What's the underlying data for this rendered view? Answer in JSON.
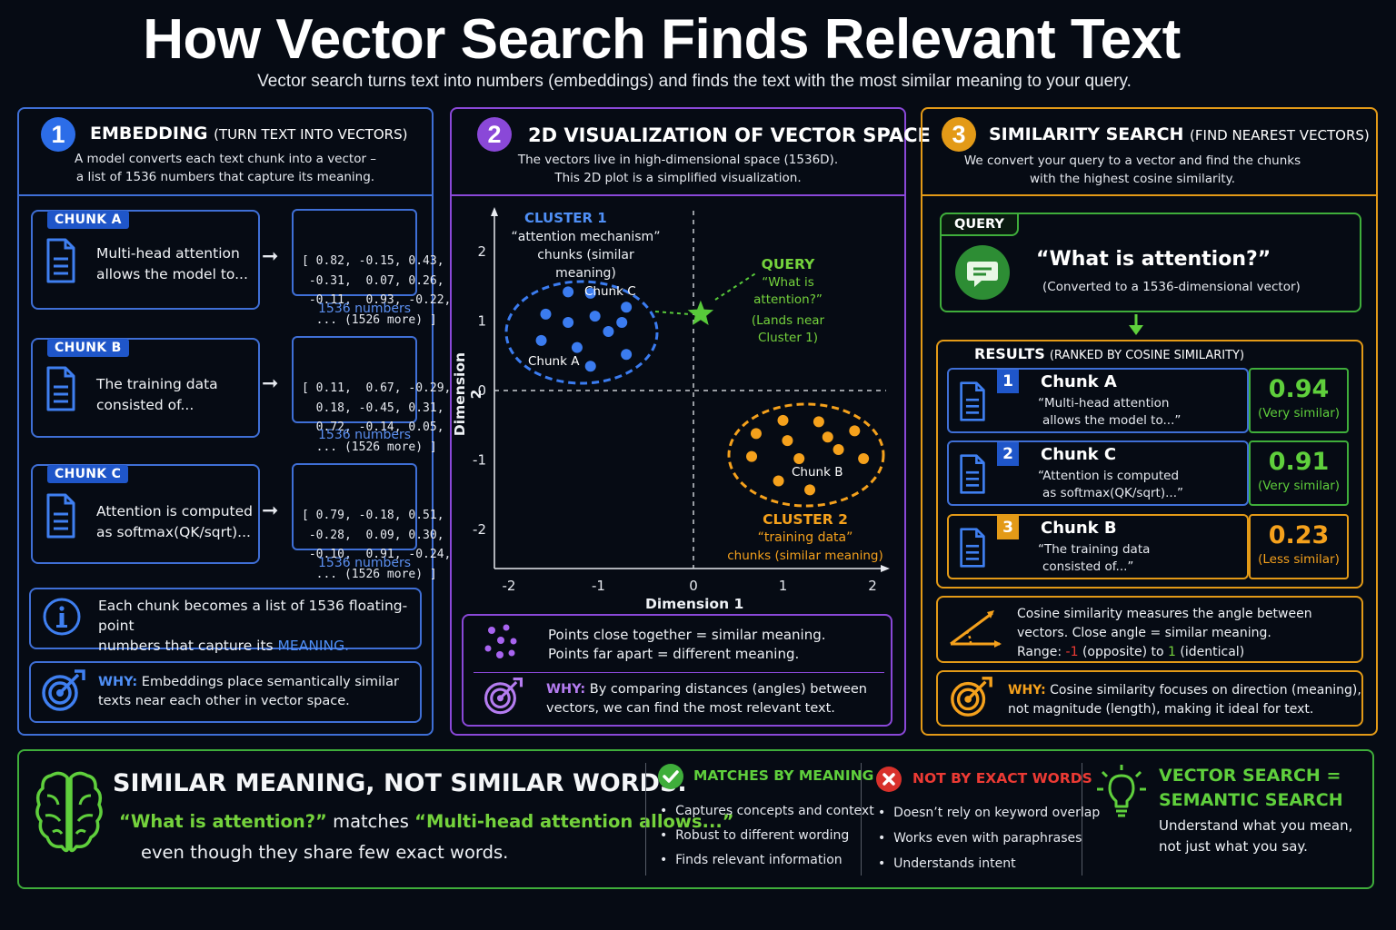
{
  "title": "How Vector Search Finds Relevant Text",
  "subtitle": "Vector search turns text into numbers (embeddings) and finds the text with the most similar meaning to your query.",
  "panel1": {
    "number": "1",
    "title": "EMBEDDING",
    "title_small": "(TURN TEXT INTO VECTORS)",
    "desc_line1": "A model converts each text chunk into a vector –",
    "desc_line2": "a list of 1536 numbers that capture its meaning.",
    "chunks": [
      {
        "tag": "CHUNK A",
        "text1": "Multi-head attention",
        "text2": "allows the model to...",
        "vec1": "[ 0.82, -0.15, 0.43,",
        "vec2": " -0.31,  0.07, 0.26,",
        "vec3": " -0.11,  0.93, -0.22,",
        "vec4": "  ... (1526 more) ]",
        "numbers": "1536 numbers"
      },
      {
        "tag": "CHUNK B",
        "text1": "The training data",
        "text2": "consisted of...",
        "vec1": "[ 0.11,  0.67, -0.29,",
        "vec2": "  0.18, -0.45, 0.31,",
        "vec3": "  0.72, -0.14, 0.05,",
        "vec4": "  ... (1526 more) ]",
        "numbers": "1536 numbers"
      },
      {
        "tag": "CHUNK C",
        "text1": "Attention is computed",
        "text2": "as softmax(QK/sqrt)...",
        "vec1": "[ 0.79, -0.18, 0.51,",
        "vec2": " -0.28,  0.09, 0.30,",
        "vec3": " -0.10,  0.91, -0.24,",
        "vec4": "  ... (1526 more) ]",
        "numbers": "1536 numbers"
      }
    ],
    "info_line1": "Each chunk becomes a list of 1536 floating-point",
    "info_line2_pre": "numbers that capture its ",
    "info_line2_em": "MEANING.",
    "why_label": "WHY:",
    "why_line1": " Embeddings place semantically similar",
    "why_line2": "texts near each other in vector space."
  },
  "panel2": {
    "number": "2",
    "title": "2D VISUALIZATION OF VECTOR SPACE",
    "desc_line1": "The vectors live in high-dimensional space (1536D).",
    "desc_line2": "This 2D plot is a simplified visualization.",
    "cluster1_title": "CLUSTER 1",
    "cluster1_line1": "“attention mechanism”",
    "cluster1_line2": "chunks (similar meaning)",
    "cluster2_title": "CLUSTER 2",
    "cluster2_line1": "“training data”",
    "cluster2_line2": "chunks (similar meaning)",
    "query_title": "QUERY",
    "query_line1": "“What is",
    "query_line2": "attention?”",
    "query_line3": "(Lands near",
    "query_line4": "Cluster 1)",
    "chunk_a": "Chunk A",
    "chunk_b": "Chunk B",
    "chunk_c": "Chunk C",
    "legend_line1": "Points close together = similar meaning.",
    "legend_line2": "Points far apart = different meaning.",
    "why_label": "WHY:",
    "why_line1": " By comparing distances (angles) between",
    "why_line2": "vectors, we can find the most relevant text."
  },
  "chart_data": {
    "type": "scatter",
    "xlabel": "Dimension 1",
    "ylabel": "Dimension 2",
    "xlim": [
      -2.2,
      2.2
    ],
    "ylim": [
      -2.5,
      2.5
    ],
    "xticks": [
      -2,
      -1,
      0,
      1,
      2
    ],
    "yticks": [
      2,
      1,
      0,
      -1,
      -2
    ],
    "series": [
      {
        "name": "CLUSTER 1",
        "color": "#3b7cf0",
        "x": [
          -1.4,
          -1.15,
          -0.75,
          -1.65,
          -1.4,
          -1.1,
          -0.8,
          -0.95,
          -1.7,
          -1.3,
          -0.75,
          -1.15
        ],
        "y": [
          1.42,
          1.4,
          1.2,
          1.1,
          0.98,
          1.07,
          0.98,
          0.85,
          0.72,
          0.62,
          0.52,
          0.35
        ]
      },
      {
        "name": "CLUSTER 2",
        "color": "#f5a11c",
        "x": [
          1.0,
          1.4,
          0.7,
          1.05,
          1.5,
          1.8,
          0.65,
          1.18,
          1.62,
          1.9,
          0.95,
          1.3
        ],
        "y": [
          -0.43,
          -0.45,
          -0.62,
          -0.72,
          -0.67,
          -0.58,
          -0.95,
          -0.98,
          -0.85,
          -0.98,
          -1.3,
          -1.43
        ]
      },
      {
        "name": "QUERY",
        "color": "#58c93a",
        "x": [
          0.08
        ],
        "y": [
          1.1
        ]
      }
    ]
  },
  "panel3": {
    "number": "3",
    "title": "SIMILARITY SEARCH",
    "title_small": "(FIND NEAREST VECTORS)",
    "desc_line1": "We convert your query to a vector and find the chunks",
    "desc_line2": "with the highest cosine similarity.",
    "query_tag": "QUERY",
    "query_text": "“What is attention?”",
    "query_sub": "(Converted to a 1536-dimensional vector)",
    "results_title": "RESULTS",
    "results_small": "(RANKED BY COSINE SIMILARITY)",
    "results": [
      {
        "rank": "1",
        "name": "Chunk A",
        "line1": "“Multi-head attention",
        "line2": "allows the model to...”",
        "score": "0.94",
        "label": "(Very similar)",
        "color": "#5fcf3c"
      },
      {
        "rank": "2",
        "name": "Chunk C",
        "line1": "“Attention is computed",
        "line2": "as softmax(QK/sqrt)...”",
        "score": "0.91",
        "label": "(Very similar)",
        "color": "#5fcf3c"
      },
      {
        "rank": "3",
        "name": "Chunk B",
        "line1": "“The training data",
        "line2": "consisted of...”",
        "score": "0.23",
        "label": "(Less similar)",
        "color": "#f5a11c"
      }
    ],
    "cos_line1": "Cosine similarity measures the angle between",
    "cos_line2": "vectors. Close angle = similar meaning.",
    "cos_range_label": "Range: ",
    "cos_neg": "-1",
    "cos_mid": " (opposite) to ",
    "cos_pos": "1",
    "cos_end": " (identical)",
    "why_label": "WHY:",
    "why_line1": " Cosine similarity focuses on direction (meaning),",
    "why_line2": "not magnitude (length), making it ideal for text."
  },
  "bottom": {
    "headline": "SIMILAR MEANING, NOT SIMILAR WORDS.",
    "line1_q": "“What is attention?”",
    "line1_mid": " matches ",
    "line1_m": "“Multi-head attention allows...”",
    "line2": "even though they share few exact words.",
    "col1_title": "MATCHES BY MEANING",
    "col1_items": [
      "Captures concepts and context",
      "Robust to different wording",
      "Finds relevant information"
    ],
    "col2_title": "NOT BY EXACT WORDS",
    "col2_items": [
      "Doesn’t rely on keyword overlap",
      "Works even with paraphrases",
      "Understands intent"
    ],
    "col3_title1": "VECTOR SEARCH =",
    "col3_title2": "SEMANTIC SEARCH",
    "col3_line1": "Understand what you mean,",
    "col3_line2": "not just what you say."
  },
  "colors": {
    "blue": "#3f6fd6",
    "purple": "#8a48d8",
    "orange": "#e39a17",
    "green": "#3fae3b"
  }
}
